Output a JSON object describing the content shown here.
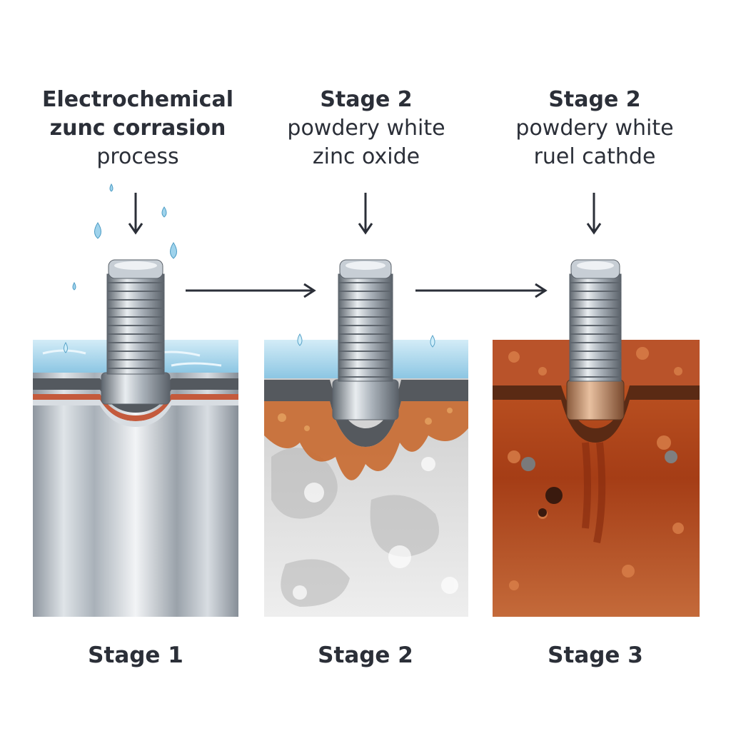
{
  "colors": {
    "text": "#2b2f38",
    "steel": "#b4bcc4",
    "water": "#9fd2ea",
    "rust": "#b5461a",
    "zinc_oxide": "#dcdcdc"
  },
  "captions": [
    {
      "title": "Electrochemical",
      "lines": [
        "zunc corrasion",
        "process"
      ]
    },
    {
      "title": "Stage 2",
      "lines": [
        "powdery white",
        "zinc oxide"
      ]
    },
    {
      "title": "Stage 2",
      "lines": [
        "powdery white",
        "ruel cathde"
      ]
    }
  ],
  "stages": [
    {
      "label": "Stage 1"
    },
    {
      "label": "Stage 2"
    },
    {
      "label": "Stage 3"
    }
  ],
  "icons": [
    "down-arrow-icon",
    "right-arrow-icon",
    "water-drop-icon",
    "bolt-icon"
  ]
}
